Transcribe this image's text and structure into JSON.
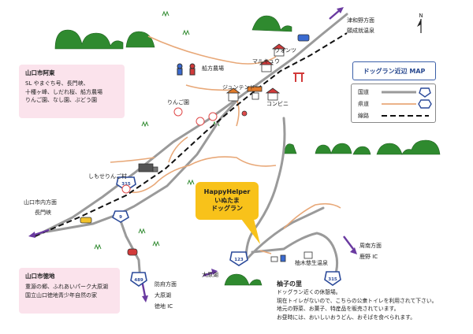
{
  "directions": {
    "tsuwano": "津和野方面",
    "kanjo_onsen": "願成就温泉",
    "yamaguchi_city": "山口市内方面",
    "nagatokyo": "長門峡",
    "hofu": "防府方面",
    "ohara": "大原湖",
    "tokuchi_ic": "徳地 IC",
    "shunan": "周南方面",
    "kano_ic": "鹿野 IC"
  },
  "places": {
    "funakata_farm": "船方農場",
    "wonzu": "ウォンツ",
    "marukyu": "マルキュウ",
    "junten_do": "ジュンテンドー",
    "convenience": "コンビニ",
    "apple_orchard": "りんご園",
    "shimose_apple_village": "しもせりんご村",
    "ohara_lake": "大原湖",
    "yuzuki_spa": "柚木慈生温泉",
    "north": "N"
  },
  "route_numbers": {
    "r315_north": "315",
    "r9": "9",
    "r489": "489",
    "r123": "123",
    "r315_south": "315"
  },
  "legend": {
    "title": "ドッグラン近辺 MAP",
    "national_road": "国道",
    "prefectural_road": "県道",
    "railway": "線路"
  },
  "callout": {
    "line1": "HappyHelper",
    "line2": "いぬたま",
    "line3": "ドッグラン"
  },
  "info_abu": {
    "title": "山口市阿東",
    "lines": [
      "SL やまぐち号、長門峡、",
      "十種ヶ峰、しだれ桜、船方農場",
      "りんご園、なし園、ぶどう園"
    ]
  },
  "info_tokuji": {
    "title": "山口市徳地",
    "lines": [
      "重源の郷、ふれあいパーク大原湖",
      "国立山口徳地青少年自然の家"
    ]
  },
  "yuzu_no_sato": {
    "title": "柚子の里",
    "lines": [
      "ドッグラン近くの休憩場。",
      "現在トイレがないので、こちらの公衆トイレを利用されて下さい。",
      "地元の野菜、お菓子、特産品を販売されています。",
      "お昼時には、おいしいおうどん、おそばを食べられます。"
    ]
  },
  "colors": {
    "national_road": "#9a9a9a",
    "prefectural_road": "#e8a878",
    "route_shield": "#2b4a9a",
    "hill": "#2f8a2f",
    "callout": "#f8c21a",
    "pink_box": "#fbe3ec",
    "arrow": "#6a3aa0"
  }
}
